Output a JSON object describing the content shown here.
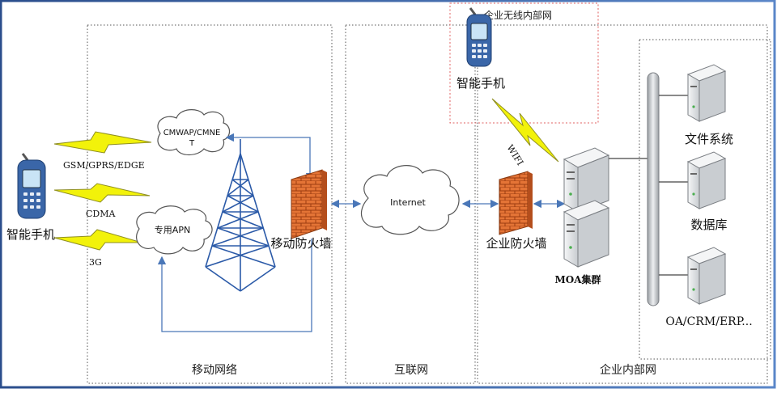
{
  "labels": {
    "phone_left": "智能手机",
    "gsm": "GSM/GPRS/EDGE",
    "cdma": "CDMA",
    "g3": "3G",
    "cmwap": "CMWAP/CMNE",
    "cmwap2": "T",
    "apn": "专用APN",
    "mobile_firewall": "移动防火墙",
    "internet": "Internet",
    "enterprise_firewall": "企业防火墙",
    "wifi_zone": "企业无线内部网",
    "phone_top": "智能手机",
    "wifi": "WIFI",
    "moa_cluster": "MOA集群",
    "file_system": "文件系统",
    "database": "数据库",
    "oa": "OA/CRM/ERP...",
    "zone_mobile": "移动网络",
    "zone_internet": "互联网",
    "zone_enterprise": "企业内部网"
  },
  "colors": {
    "arrow": "#4a77b8",
    "zone_border": "#555555",
    "wifi_border": "#e06060",
    "lightning": "#f2f20a",
    "lightning_stroke": "#8f8f22",
    "tower": "#2b5aa8",
    "firewall": "#e06a2a",
    "server_body": "#e9ebec",
    "bus": "#c9ccd0"
  },
  "icons": [
    "smartphone-icon",
    "lightning-icon",
    "cloud-icon",
    "tower-icon",
    "firewall-icon",
    "server-icon"
  ]
}
